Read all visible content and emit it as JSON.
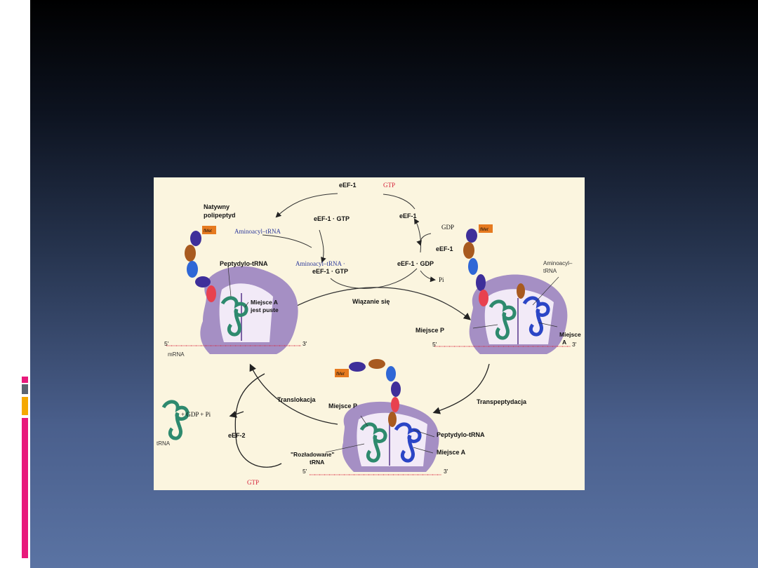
{
  "colors": {
    "accent_pink": "#e8197b",
    "accent_gray": "#5b6470",
    "accent_orange": "#f5a800",
    "gtp_red": "#d6233b",
    "aminoacyl_blue": "#2e3b9c",
    "ribosome": "#a58fc4",
    "trna_green": "#2e8a6e",
    "trna_blue": "#2b45c6"
  },
  "diagram": {
    "labels": {
      "eef1_top": "eEF-1",
      "gtp_top": "GTP",
      "eef1_gtp_left": "eEF-1 · GTP",
      "eef1_right": "eEF-1",
      "gdp": "GDP",
      "eef1_right2": "eEF-1",
      "aminoacyl_trna_left": "Aminoacyl–tRNA",
      "aminoacyl_trna_center": "Aminoacyl–tRNA ·",
      "eef1_gtp_center": "eEF-1 · GTP",
      "eef1_gdp": "eEF-1 · GDP",
      "pi": "Pi",
      "natywny": "Natywny",
      "polipeptyd": "polipeptyd",
      "peptydylo_trna_left": "Peptydylo-tRNA",
      "miejsce_a_puste_1": "Miejsce A",
      "miejsce_a_puste_2": "jest puste",
      "wiazanie": "Wiązanie się",
      "aminoacyl_r1": "Aminoacyl–",
      "aminoacyl_r2": "tRNA",
      "miejsce_p_right": "Miejsce P",
      "miejsce_a_right_1": "Miejsce",
      "miejsce_a_right_2": "A",
      "five_left": "5'",
      "three_left": "3'",
      "mrna": "mRNA",
      "five_right": "5'",
      "three_right": "3'",
      "translokacja": "Translokacja",
      "transpeptydacja": "Transpeptydacja",
      "gdp_pi": "+ GDP + Pi",
      "trna": "tRNA",
      "eef2": "eEF-2",
      "gtp_bottom": "GTP",
      "miejsce_p_bottom": "Miejsce P",
      "peptydylo_trna_bottom": "Peptydylo-tRNA",
      "miejsce_a_bottom": "Miejsce A",
      "rozladowane_1": "\"Rozładowane\"",
      "rozladowane_2": "tRNA",
      "five_bottom": "5'",
      "three_bottom": "3'",
      "fmet": "fMet"
    }
  }
}
